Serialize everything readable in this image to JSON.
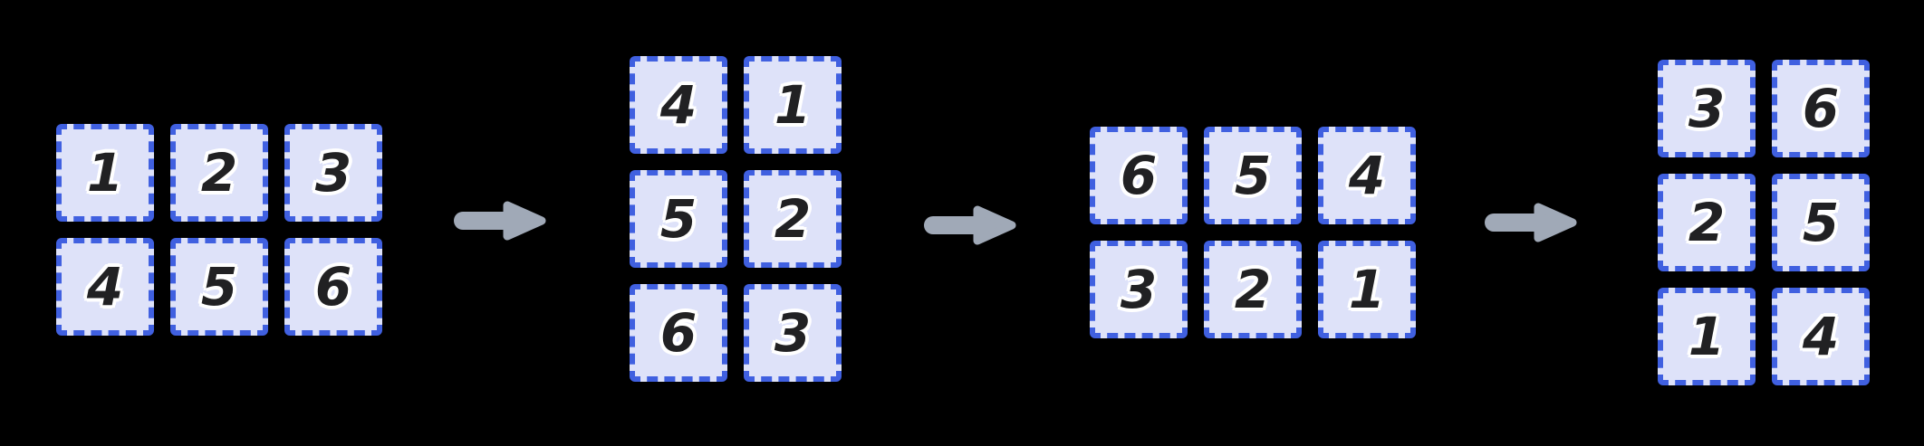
{
  "colors": {
    "background": "#000000",
    "cell_fill": "#dee2f9",
    "cell_border": "#4060e0",
    "digit": "#212123",
    "digit_outline": "#ffffff",
    "arrow": "#a0a9b7"
  },
  "diagram": {
    "grids": [
      {
        "id": "original",
        "rows": [
          [
            "1",
            "2",
            "3"
          ],
          [
            "4",
            "5",
            "6"
          ]
        ]
      },
      {
        "id": "rotated-90",
        "rows": [
          [
            "4",
            "1"
          ],
          [
            "5",
            "2"
          ],
          [
            "6",
            "3"
          ]
        ]
      },
      {
        "id": "rotated-180",
        "rows": [
          [
            "6",
            "5",
            "4"
          ],
          [
            "3",
            "2",
            "1"
          ]
        ]
      },
      {
        "id": "rotated-270",
        "rows": [
          [
            "3",
            "6"
          ],
          [
            "2",
            "5"
          ],
          [
            "1",
            "4"
          ]
        ]
      }
    ],
    "arrow_icon": "arrow-right-icon",
    "arrow_count": 3
  }
}
